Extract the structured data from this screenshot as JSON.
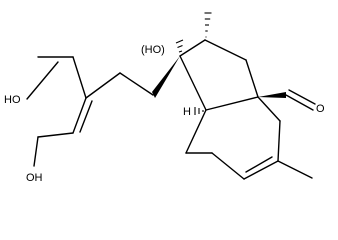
{
  "molecule": {
    "labels": {
      "oh_ring_ch2oh": "(HO)",
      "oh_chain_top": "HO",
      "oh_chain_bottom": "OH",
      "aldehyde_o": "O",
      "stereo_h": "H"
    },
    "colors": {
      "line": "#000000",
      "background": "#ffffff"
    }
  }
}
